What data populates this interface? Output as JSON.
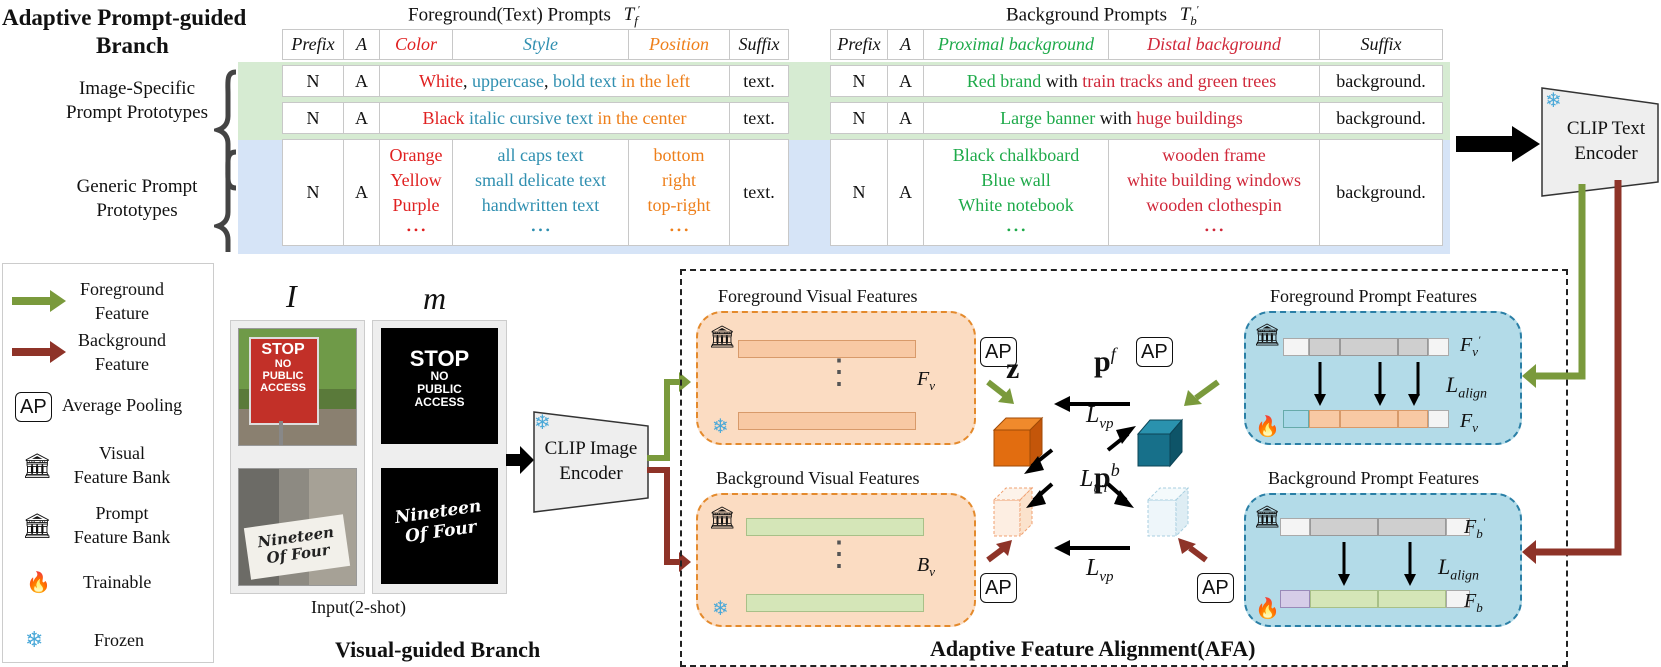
{
  "top": {
    "branch_title_line1": "Adaptive Prompt-guided",
    "branch_title_line2": "Branch",
    "fg_prompts_title": "Foreground(Text) Prompts",
    "fg_prompts_symbol": "T",
    "fg_prompts_sub": "f",
    "bg_prompts_title": "Background Prompts",
    "bg_prompts_symbol": "T",
    "bg_prompts_sub": "b",
    "row_label_specific_1": "Image-Specific",
    "row_label_specific_2": "Prompt Prototypes",
    "row_label_generic_1": "Generic Prompt",
    "row_label_generic_2": "Prototypes"
  },
  "fg_table": {
    "headers": [
      "Prefix",
      "A",
      "Color",
      "Style",
      "Position",
      "Suffix"
    ],
    "row1": {
      "prefix": "N",
      "a": "A",
      "color": "White",
      "sep1": ", ",
      "style": "uppercase",
      "sep2": ", ",
      "style2": "bold text",
      "position": " in the left",
      "suffix": "text."
    },
    "row2": {
      "prefix": "N",
      "a": "A",
      "color": "Black",
      "style": " italic cursive text",
      "position": " in the center",
      "suffix": "text."
    },
    "row3": {
      "prefix": "N",
      "a": "A",
      "colors": [
        "Orange",
        "Yellow",
        "Purple"
      ],
      "styles": [
        "all caps text",
        "small delicate text",
        "handwritten text"
      ],
      "positions": [
        "bottom",
        "right",
        "top-right"
      ],
      "suffix": "text.",
      "ellipsis": "• • •"
    }
  },
  "bg_table": {
    "headers": [
      "Prefix",
      "A",
      "Proximal background",
      "Distal background",
      "Suffix"
    ],
    "row1": {
      "prefix": "N",
      "a": "A",
      "proximal": "Red brand",
      "mid": " with ",
      "distal": "train tracks and green trees",
      "suffix": "background."
    },
    "row2": {
      "prefix": "N",
      "a": "A",
      "proximal": "Large banner",
      "mid": " with ",
      "distal": "huge buildings",
      "suffix": "background."
    },
    "row3": {
      "prefix": "N",
      "a": "A",
      "proximal": [
        "Black chalkboard",
        "Blue wall",
        "White notebook"
      ],
      "distal": [
        "wooden frame",
        "white building windows",
        "wooden clothespin"
      ],
      "suffix": "background.",
      "ellipsis": "• • •"
    }
  },
  "encoders": {
    "text_line1": "CLIP Text",
    "text_line2": "Encoder",
    "image_line1": "CLIP Image",
    "image_line2": "Encoder"
  },
  "legend": {
    "fg_feature_1": "Foreground",
    "fg_feature_2": "Feature",
    "bg_feature_1": "Background",
    "bg_feature_2": "Feature",
    "ap_box": "AP",
    "ap_label": "Average Pooling",
    "vfb_1": "Visual",
    "vfb_2": "Feature Bank",
    "pfb_1": "Prompt",
    "pfb_2": "Feature Bank",
    "trainable": "Trainable",
    "frozen": "Frozen"
  },
  "inputs": {
    "image_label": "I",
    "mask_label": "m",
    "caption": "Input(2-shot)",
    "stop_sign": [
      "STOP",
      "NO",
      "PUBLIC",
      "ACCESS"
    ],
    "script_text": [
      "Nineteen",
      "Of Four"
    ],
    "branch_title": "Visual-guided Branch"
  },
  "afa": {
    "title": "Adaptive Feature Alignment(AFA)",
    "fg_visual": "Foreground Visual Features",
    "bg_visual": "Background Visual Features",
    "fg_prompt": "Foreground Prompt Features",
    "bg_prompt": "Background Prompt Features",
    "Fv": "F",
    "Fv_sub": "v",
    "Bv": "B",
    "Bv_sub": "v",
    "Fv_prime": "F",
    "Fv_prime_sub": "v",
    "Fb_prime": "F",
    "Fb_prime_sub": "b",
    "Fv2": "F",
    "Fv2_sub": "v",
    "Fb": "F",
    "Fb_sub": "b",
    "L_align": "L",
    "L_align_sub": "align",
    "L_vp": "L",
    "L_vp_sub": "vp",
    "L_tri": "L",
    "L_tri_sub": "tri",
    "z": "z",
    "pf": "p",
    "pf_sup": "f",
    "pb": "p",
    "pb_sup": "b",
    "ap": "AP",
    "vdots": "⋮"
  },
  "colors": {
    "fg_arrow": "#7a9a3c",
    "bg_arrow": "#8e3328",
    "orange_panel": "#fbdcc2",
    "blue_panel": "#b3dbe8",
    "z_bar": "#e26d10",
    "pf_bar": "#17708a"
  }
}
